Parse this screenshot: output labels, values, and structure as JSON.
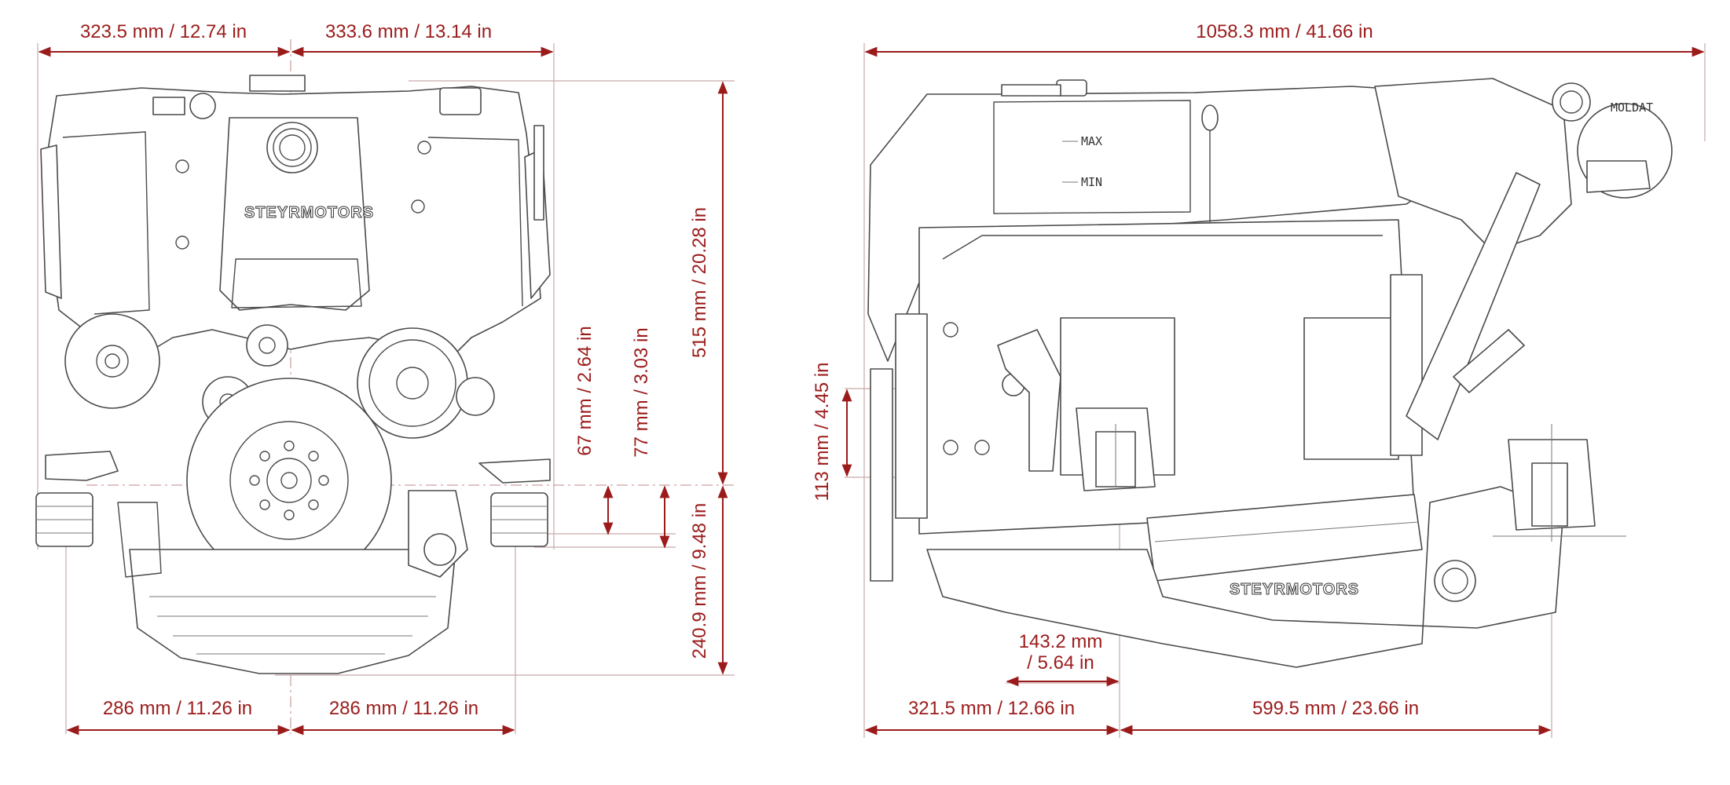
{
  "front_view": {
    "dims": {
      "top_left": "323.5 mm / 12.74 in",
      "top_right": "333.6 mm / 13.14 in",
      "height_total": "515 mm / 20.28 in",
      "height_lower": "240.9 mm / 9.48 in",
      "mount_67": "67 mm / 2.64 in",
      "mount_77": "77 mm / 3.03 in",
      "bottom_left": "286 mm / 11.26 in",
      "bottom_right": "286 mm / 11.26 in"
    },
    "brand": "STEYRMOTORS"
  },
  "side_view": {
    "dims": {
      "length_total": "1058.3 mm / 41.66 in",
      "height_113": "113 mm / 4.45 in",
      "offset_line1": "143.2 mm",
      "offset_line2": "/ 5.64 in",
      "bottom_left": "321.5 mm / 12.66 in",
      "bottom_right": "599.5 mm / 23.66 in"
    },
    "dipstick_max": "MAX",
    "dipstick_min": "MIN",
    "brand": "STEYRMOTORS",
    "label_mount": "MOLDAT"
  },
  "colors": {
    "dimension": "#9b1b1b",
    "drawing": "#4a4a4a"
  }
}
